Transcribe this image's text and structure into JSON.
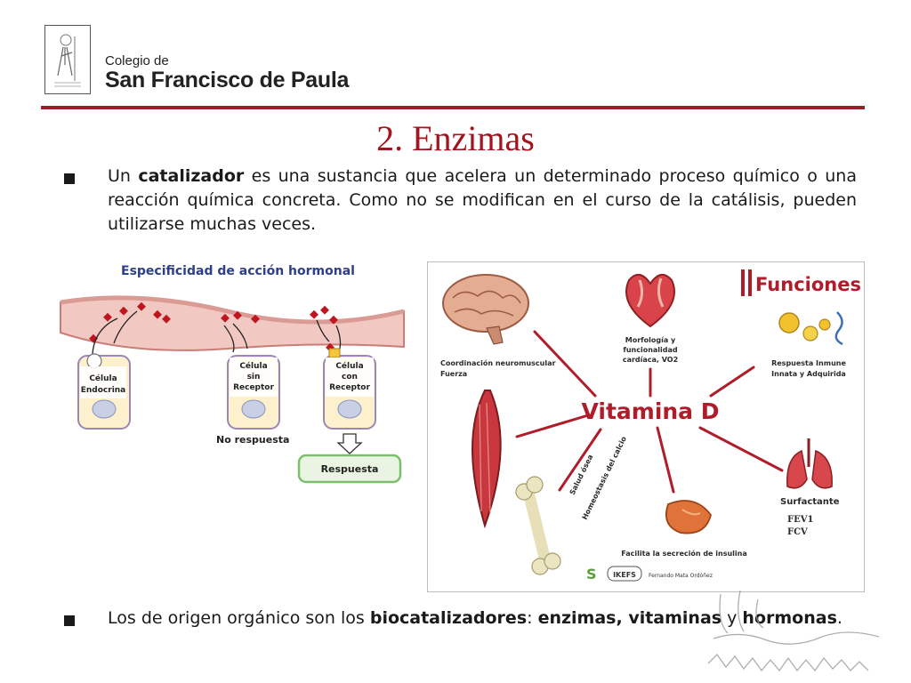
{
  "header": {
    "school_line1": "Colegio de",
    "school_line2": "San Francisco de Paula",
    "logo_icon": "saint-logo-icon",
    "accent_color": "#9a1d2a"
  },
  "slide": {
    "title": "2. Enzimas",
    "title_color": "#a3141f",
    "bullets": [
      {
        "pre": "Un ",
        "bold": "catalizador",
        "post": " es una sustancia que acelera un determinado proceso químico o una reacción química concreta. Como no se modifican en el curso de la catálisis, pueden utilizarse muchas veces."
      },
      {
        "pre": "Los de origen orgánico son los ",
        "bold1": "biocatalizadores",
        "mid": ": ",
        "bold2": "enzimas, vitaminas",
        "mid2": " y ",
        "bold3": "hormonas",
        "post": "."
      }
    ]
  },
  "hormone_figure": {
    "title": "Especificidad de acción hormonal",
    "cell1": [
      "Célula",
      "Endocrina"
    ],
    "cell2": [
      "Célula",
      "sin",
      "Receptor"
    ],
    "cell3": [
      "Célula",
      "con",
      "Receptor"
    ],
    "no_response": "No respuesta",
    "response": "Respuesta"
  },
  "vitamin_figure": {
    "center": "Vitamina D",
    "funciones": "Funciones",
    "brain_label": [
      "Coordinación neuromuscular",
      "Fuerza"
    ],
    "heart_label": [
      "Morfología y",
      "funcionalidad",
      "cardíaca, VO2"
    ],
    "immune_label": [
      "Respuesta Inmune",
      "Innata y Adquirida"
    ],
    "bone_label": [
      "Salud ósea",
      "Homeostasis del calcio"
    ],
    "pancreas_label": "Facilita la secreción de insulina",
    "lung_label": "Surfactante",
    "fev": "FEV1",
    "fcv": "FCV",
    "footer_logo1": "S",
    "footer_logo2": "IKEFS",
    "footer_author": "Fernando Mata Ordóñez"
  }
}
